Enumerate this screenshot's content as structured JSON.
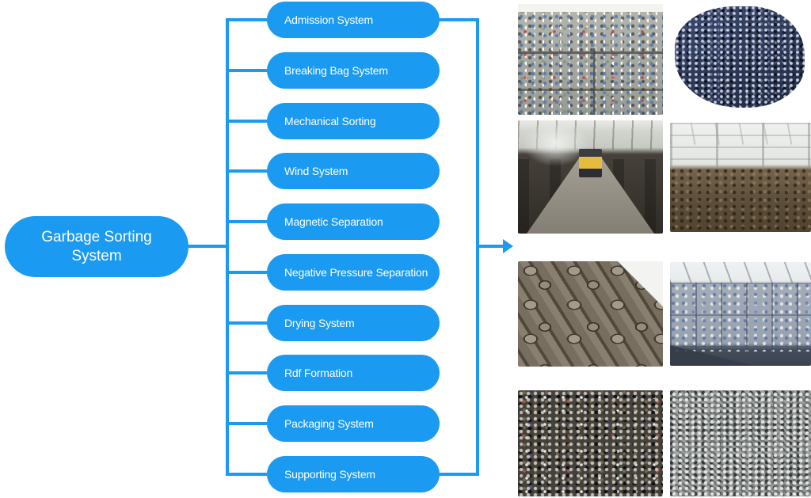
{
  "root": {
    "label": "Garbage Sorting System"
  },
  "systems": [
    {
      "label": "Admission System"
    },
    {
      "label": "Breaking Bag System"
    },
    {
      "label": "Mechanical Sorting"
    },
    {
      "label": "Wind System"
    },
    {
      "label": "Magnetic Separation"
    },
    {
      "label": "Negative Pressure Separation"
    },
    {
      "label": "Drying System"
    },
    {
      "label": "Rdf Formation"
    },
    {
      "label": "Packaging System"
    },
    {
      "label": "Supporting System"
    }
  ],
  "colors": {
    "accent": "#1b9af1",
    "node_text": "#ffffff",
    "background": "#ffffff"
  },
  "icons": {
    "flow_arrow": "right-arrow-icon"
  },
  "photos": [
    {
      "name": "photo-plastic-bales",
      "description": "Compressed bales of mixed plastic waste"
    },
    {
      "name": "photo-plastic-pellets",
      "description": "Heap of dark blue recycled plastic pellets"
    },
    {
      "name": "photo-compost-turner",
      "description": "Compost turning machine working over windrows inside a shed"
    },
    {
      "name": "photo-compost-hall",
      "description": "Indoor hall filled with composting material"
    },
    {
      "name": "photo-rdf-briquettes",
      "description": "Pile of cylindrical RDF fuel briquettes"
    },
    {
      "name": "photo-bale-warehouse",
      "description": "Warehouse stacked with baled recyclable waste"
    },
    {
      "name": "photo-shredded-scrap",
      "description": "Shredded mixed scrap metal fragments"
    },
    {
      "name": "photo-metal-shavings",
      "description": "Curled steel shavings and swarf"
    }
  ]
}
